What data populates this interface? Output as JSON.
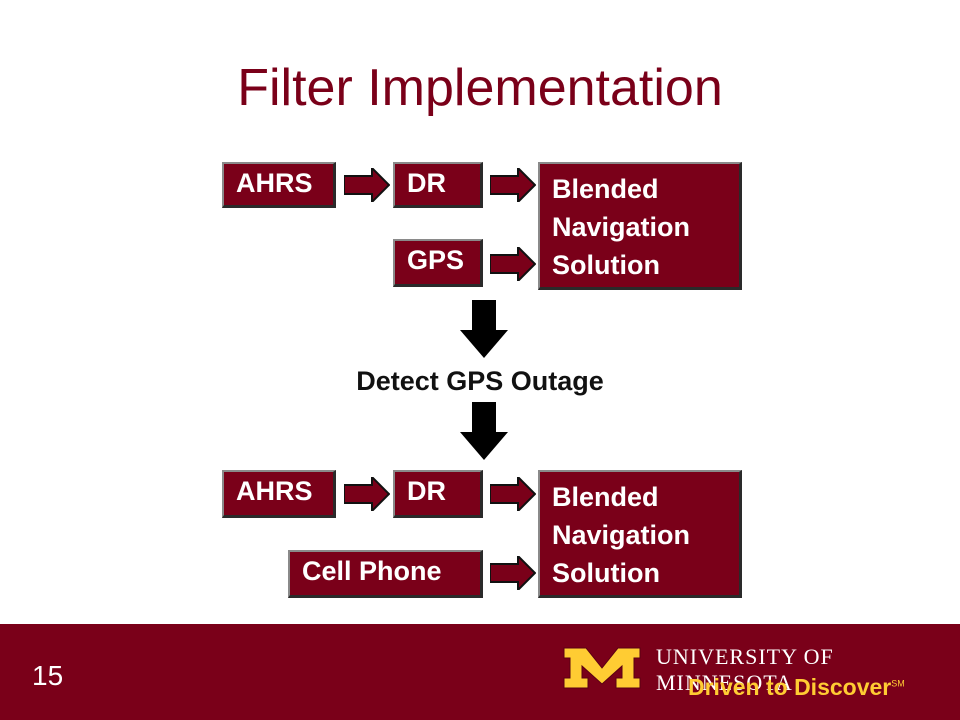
{
  "slide": {
    "title": "Filter Implementation",
    "page_number": "15"
  },
  "top_diagram": {
    "box1": "AHRS",
    "box2": "DR",
    "box3": "GPS",
    "output_line1": "Blended",
    "output_line2": "Navigation",
    "output_line3": "Solution"
  },
  "transition_label": "Detect GPS Outage",
  "bottom_diagram": {
    "box1": "AHRS",
    "box2": "DR",
    "box3": "Cell Phone",
    "output_line1": "Blended",
    "output_line2": "Navigation",
    "output_line3": "Solution"
  },
  "footer": {
    "university": "UNIVERSITY OF MINNESOTA",
    "tagline": "Driven to Discover",
    "tagline_mark": "SM"
  },
  "colors": {
    "maroon": "#7a0019",
    "gold": "#ffcc33"
  }
}
